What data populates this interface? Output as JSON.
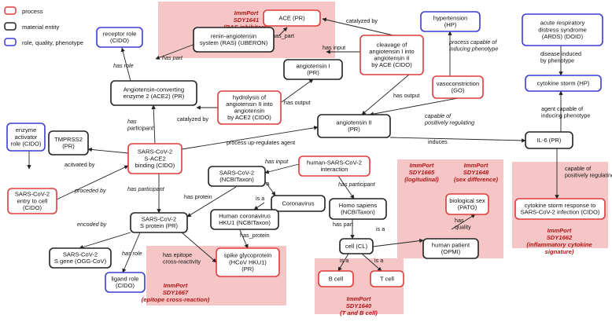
{
  "legend": [
    {
      "kind": "process",
      "label": "process"
    },
    {
      "kind": "material",
      "label": "material entity"
    },
    {
      "kind": "role",
      "label": "role, quality, phenotype"
    }
  ],
  "colors": {
    "process": "#e03b3b",
    "material": "#222222",
    "role": "#3b3bd6",
    "zone_fill": "#f6c6c6",
    "zone_text": "#b31515"
  },
  "zones": [
    {
      "id": "z1641",
      "lines": [
        "ImmPort",
        "SDY1641",
        "(RAS inhibitors)"
      ]
    },
    {
      "id": "z1665",
      "lines": [
        "ImmPort",
        "SDY1665",
        "(logitudinal)"
      ]
    },
    {
      "id": "z1648",
      "lines": [
        "ImmPort",
        "SDY1648",
        "(sex difference)"
      ]
    },
    {
      "id": "z1662",
      "lines": [
        "ImmPort",
        "SDY1662",
        "(inflammatory cytokine",
        "signature)"
      ]
    },
    {
      "id": "z1667",
      "lines": [
        "ImmPort",
        "SDY1667",
        "(epitope cross-reaction)"
      ]
    },
    {
      "id": "z1640",
      "lines": [
        "ImmPort",
        "SDY1640",
        "(T and B cell)"
      ]
    }
  ],
  "nodes": [
    {
      "id": "ace",
      "kind": "process",
      "lines": [
        "ACE (PR)"
      ]
    },
    {
      "id": "ras",
      "kind": "material",
      "lines": [
        "renin-angiotensin",
        "system (RAS) (UBERON)"
      ]
    },
    {
      "id": "receptor",
      "kind": "role",
      "lines": [
        "receptor role",
        "(CIDO)"
      ]
    },
    {
      "id": "ace2",
      "kind": "material",
      "lines": [
        "Angiotensin-converting",
        "enzyme 2 (ACE2) (PR)"
      ]
    },
    {
      "id": "hydrolysis",
      "kind": "process",
      "lines": [
        "hydrolysis of",
        "angiotensin II into",
        "angiotensin",
        "by ACE2 (CIDO)"
      ]
    },
    {
      "id": "angI",
      "kind": "material",
      "lines": [
        "angiotensin I",
        "(PR)"
      ]
    },
    {
      "id": "cleavage",
      "kind": "process",
      "lines": [
        "cleavage of",
        "angiotensin I into",
        "angiotensin II",
        "by ACE (CIDO)"
      ]
    },
    {
      "id": "hypertension",
      "kind": "role",
      "lines": [
        "hypertension",
        "(HP)"
      ]
    },
    {
      "id": "ards",
      "kind": "role",
      "lines": [
        "acute respiratory",
        "distress syndrome",
        "(ARDS) (DOID)"
      ]
    },
    {
      "id": "vaso",
      "kind": "process",
      "lines": [
        "vasoconstriction",
        "(GO)"
      ]
    },
    {
      "id": "storm",
      "kind": "role",
      "lines": [
        "cytokine storm (HP)"
      ]
    },
    {
      "id": "enzact",
      "kind": "role",
      "lines": [
        "enzyme",
        "activator",
        "role (CIDO)"
      ]
    },
    {
      "id": "tmprss2",
      "kind": "material",
      "lines": [
        "TMPRSS2",
        "(PR)"
      ]
    },
    {
      "id": "binding",
      "kind": "process",
      "lines": [
        "SARS-CoV-2",
        "S-ACE2",
        "binding (CIDO)"
      ]
    },
    {
      "id": "angII",
      "kind": "material",
      "lines": [
        "angiotensin II",
        "(PR)"
      ]
    },
    {
      "id": "il6",
      "kind": "material",
      "lines": [
        "IL-6 (PR)"
      ]
    },
    {
      "id": "interaction",
      "kind": "process",
      "lines": [
        "human-SARS-CoV-2",
        "interaction"
      ]
    },
    {
      "id": "sarsncbi",
      "kind": "material",
      "lines": [
        "SARS-CoV-2",
        "(NCBITaxon)"
      ]
    },
    {
      "id": "coronavirus",
      "kind": "material",
      "lines": [
        "Coronavirus"
      ]
    },
    {
      "id": "entry",
      "kind": "process",
      "lines": [
        "SARS-CoV-2",
        "entry to cell",
        "(CIDO)"
      ]
    },
    {
      "id": "hku1",
      "kind": "material",
      "lines": [
        "Human coronavirus",
        "HKU1 (NCBITaxon)"
      ]
    },
    {
      "id": "sprot",
      "kind": "material",
      "lines": [
        "SARS-CoV-2",
        "S protein (PR)"
      ]
    },
    {
      "id": "hsap",
      "kind": "material",
      "lines": [
        "Homo sapiens",
        "(NCBITaxon)"
      ]
    },
    {
      "id": "biosex",
      "kind": "process",
      "lines": [
        "biological sex",
        "(PATO)"
      ]
    },
    {
      "id": "cytresp",
      "kind": "process",
      "lines": [
        "cytokine storm response to",
        "SARS-CoV-2 infection (CIDO)"
      ]
    },
    {
      "id": "sgene",
      "kind": "material",
      "lines": [
        "SARS-CoV-2",
        "S gene (OGG-CoV)"
      ]
    },
    {
      "id": "spike",
      "kind": "process",
      "lines": [
        "spike glycoprotein",
        "(HCoV HKU1)",
        "(PR)"
      ]
    },
    {
      "id": "cell",
      "kind": "material",
      "lines": [
        "cell (CL)"
      ]
    },
    {
      "id": "patient",
      "kind": "material",
      "lines": [
        "human patient",
        "(OPMI)"
      ]
    },
    {
      "id": "ligand",
      "kind": "role",
      "lines": [
        "ligand role",
        "(CIDO)"
      ]
    },
    {
      "id": "bcell",
      "kind": "process",
      "lines": [
        "B cell"
      ]
    },
    {
      "id": "tcell",
      "kind": "process",
      "lines": [
        "T cell"
      ]
    }
  ],
  "edges": [
    {
      "id": "e1",
      "lines": [
        "has_part"
      ],
      "italic": false
    },
    {
      "id": "e2",
      "lines": [
        "catalyzed by"
      ],
      "italic": false
    },
    {
      "id": "e3",
      "lines": [
        "has input"
      ],
      "italic": false
    },
    {
      "id": "e4",
      "lines": [
        "process capable of",
        "inducing phenotype"
      ],
      "italic": true
    },
    {
      "id": "e5",
      "lines": [
        "has role"
      ],
      "italic": true
    },
    {
      "id": "e6",
      "lines": [
        "has part"
      ],
      "italic": true
    },
    {
      "id": "e7",
      "lines": [
        "has output"
      ],
      "italic": false
    },
    {
      "id": "e8",
      "lines": [
        "disease induced",
        "by phenotype"
      ],
      "italic": false
    },
    {
      "id": "e9",
      "lines": [
        "has role"
      ],
      "italic": true
    },
    {
      "id": "e10",
      "lines": [
        "catalyzed by"
      ],
      "italic": false
    },
    {
      "id": "e11",
      "lines": [
        "has output"
      ],
      "italic": false
    },
    {
      "id": "e12",
      "lines": [
        "capable of",
        "positively regulating"
      ],
      "italic": true
    },
    {
      "id": "e13",
      "lines": [
        "agent capable of",
        "inducing phenotype"
      ],
      "italic": false
    },
    {
      "id": "e14",
      "lines": [
        "has",
        "participant"
      ],
      "italic": true
    },
    {
      "id": "e15",
      "lines": [
        "process up-regulates agent"
      ],
      "italic": false
    },
    {
      "id": "e16",
      "lines": [
        "induces"
      ],
      "italic": false
    },
    {
      "id": "e17",
      "lines": [
        "acitvated by"
      ],
      "italic": false
    },
    {
      "id": "e18",
      "lines": [
        "has input"
      ],
      "italic": true
    },
    {
      "id": "e19",
      "lines": [
        "proceded by"
      ],
      "italic": true
    },
    {
      "id": "e20",
      "lines": [
        "has participant"
      ],
      "italic": true
    },
    {
      "id": "e21",
      "lines": [
        "has participant"
      ],
      "italic": true
    },
    {
      "id": "e22",
      "lines": [
        "is a"
      ],
      "italic": false
    },
    {
      "id": "e23",
      "lines": [
        "has protein"
      ],
      "italic": false
    },
    {
      "id": "e24",
      "lines": [
        "is a"
      ],
      "italic": false
    },
    {
      "id": "e25",
      "lines": [
        "capable of",
        "positively regulating"
      ],
      "italic": false
    },
    {
      "id": "e26",
      "lines": [
        "has_protein"
      ],
      "italic": false
    },
    {
      "id": "e27",
      "lines": [
        "encoded by"
      ],
      "italic": true
    },
    {
      "id": "e28",
      "lines": [
        "has role"
      ],
      "italic": true
    },
    {
      "id": "e29",
      "lines": [
        "has epitope",
        "cross-reactivity"
      ],
      "italic": false
    },
    {
      "id": "e30",
      "lines": [
        "has part"
      ],
      "italic": false
    },
    {
      "id": "e31",
      "lines": [
        "is a"
      ],
      "italic": false
    },
    {
      "id": "e32",
      "lines": [
        "has",
        "quality"
      ],
      "italic": false
    },
    {
      "id": "e33",
      "lines": [
        "is a"
      ],
      "italic": false
    },
    {
      "id": "e34",
      "lines": [
        "is a"
      ],
      "italic": false
    }
  ]
}
